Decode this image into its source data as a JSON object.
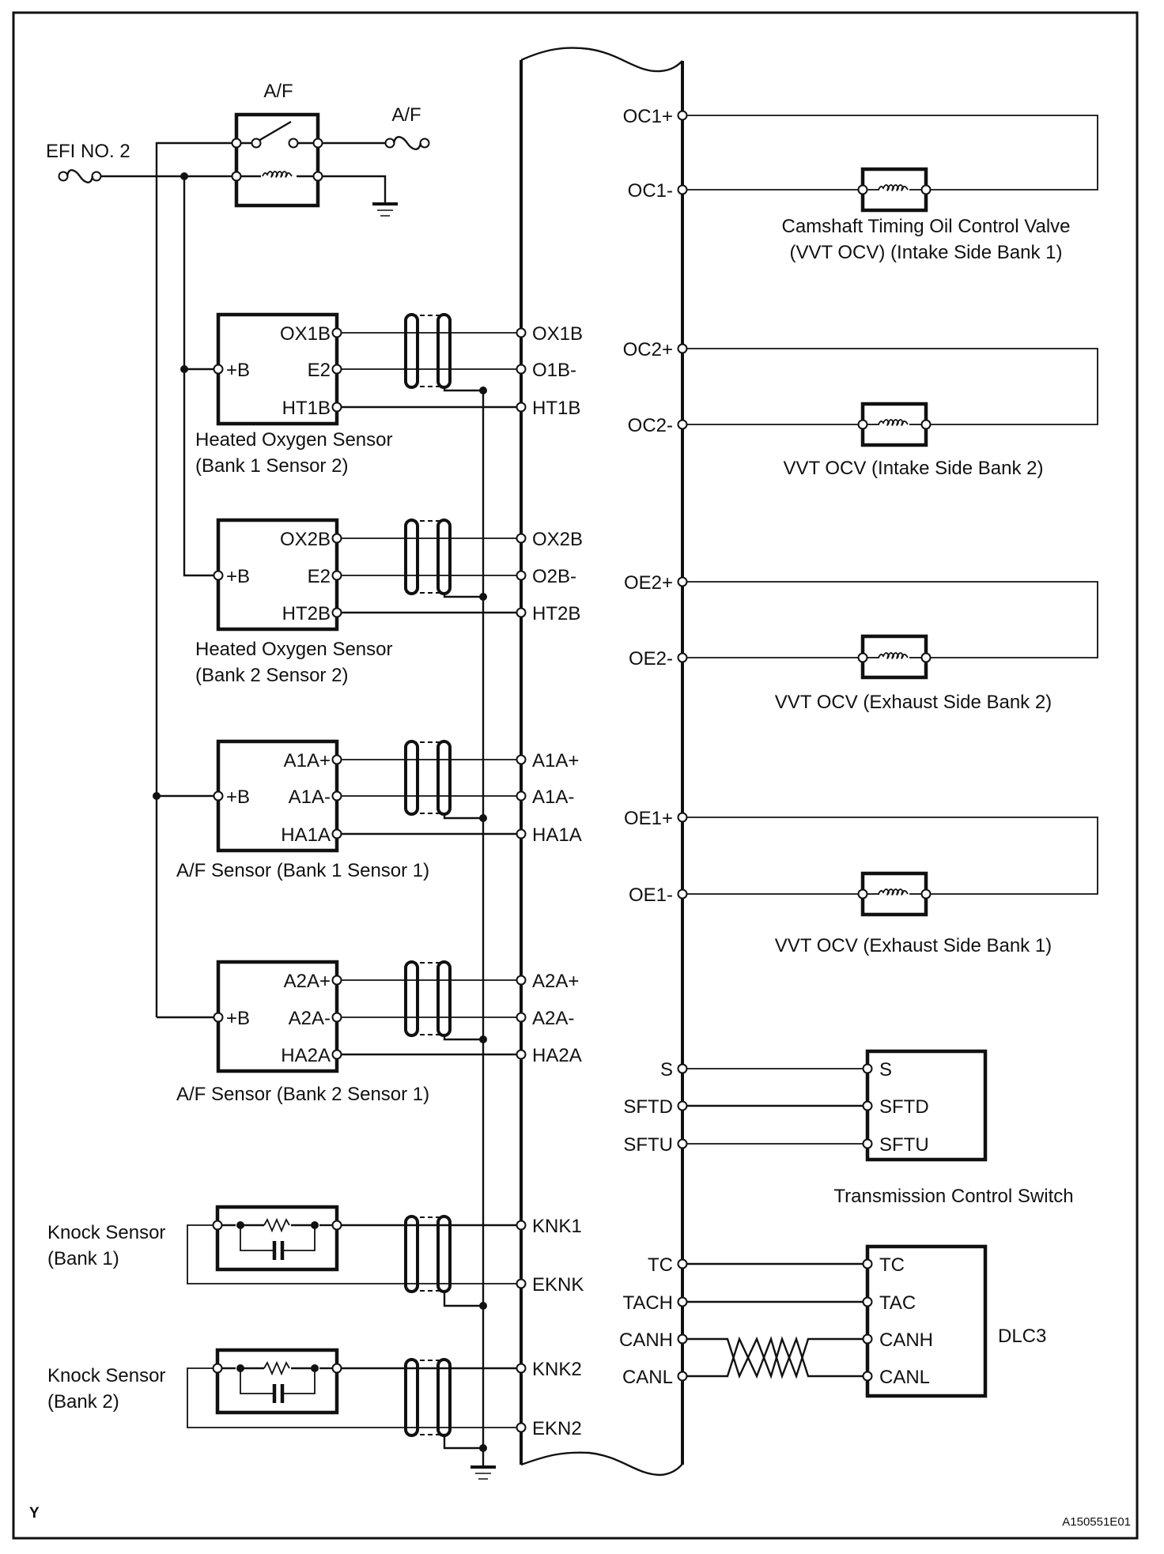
{
  "diagram": {
    "figure_code": "A150551E01",
    "corner_mark": "Y",
    "colors": {
      "ink": "#111111",
      "background": "#ffffff"
    },
    "relay": {
      "label": "A/F",
      "input_fuse_label": "EFI NO. 2",
      "output_fuse_label": "A/F",
      "icons": [
        "fuse-icon",
        "switch-icon",
        "coil-icon",
        "ground-icon"
      ]
    },
    "ecu": {
      "left_pins": [
        "OX1B",
        "O1B-",
        "HT1B",
        "OX2B",
        "O2B-",
        "HT2B",
        "A1A+",
        "A1A-",
        "HA1A",
        "A2A+",
        "A2A-",
        "HA2A",
        "KNK1",
        "EKNK",
        "KNK2",
        "EKN2"
      ],
      "right_pins": [
        "OC1+",
        "OC1-",
        "OC2+",
        "OC2-",
        "OE2+",
        "OE2-",
        "OE1+",
        "OE1-",
        "S",
        "SFTD",
        "SFTU",
        "TC",
        "TACH",
        "CANH",
        "CANL"
      ]
    },
    "left_sensors": [
      {
        "id": "ho2-b1s2",
        "pins": [
          "OX1B",
          "E2",
          "HT1B"
        ],
        "supply_pin": "+B",
        "name_line1": "Heated Oxygen Sensor",
        "name_line2": "(Bank 1 Sensor 2)"
      },
      {
        "id": "ho2-b2s2",
        "pins": [
          "OX2B",
          "E2",
          "HT2B"
        ],
        "supply_pin": "+B",
        "name_line1": "Heated Oxygen Sensor",
        "name_line2": "(Bank 2 Sensor 2)"
      },
      {
        "id": "af-b1s1",
        "pins": [
          "A1A+",
          "A1A-",
          "HA1A"
        ],
        "supply_pin": "+B",
        "name_line1": "A/F Sensor (Bank 1 Sensor 1)",
        "name_line2": ""
      },
      {
        "id": "af-b2s1",
        "pins": [
          "A2A+",
          "A2A-",
          "HA2A"
        ],
        "supply_pin": "+B",
        "name_line1": "A/F Sensor (Bank 2 Sensor 1)",
        "name_line2": ""
      }
    ],
    "knock_sensors": [
      {
        "id": "knock-b1",
        "name_line1": "Knock Sensor",
        "name_line2": "(Bank 1)"
      },
      {
        "id": "knock-b2",
        "name_line1": "Knock Sensor",
        "name_line2": "(Bank 2)"
      }
    ],
    "ocv_valves": [
      {
        "id": "ocv-in-b1",
        "name_line1": "Camshaft Timing Oil Control Valve",
        "name_line2": "(VVT OCV) (Intake Side Bank 1)"
      },
      {
        "id": "ocv-in-b2",
        "name_line1": "VVT OCV (Intake Side Bank 2)",
        "name_line2": ""
      },
      {
        "id": "ocv-ex-b2",
        "name_line1": "VVT OCV (Exhaust Side Bank 2)",
        "name_line2": ""
      },
      {
        "id": "ocv-ex-b1",
        "name_line1": "VVT OCV (Exhaust Side Bank 1)",
        "name_line2": ""
      }
    ],
    "transmission_switch": {
      "name": "Transmission Control Switch",
      "pins": [
        "S",
        "SFTD",
        "SFTU"
      ]
    },
    "dlc3": {
      "name": "DLC3",
      "pins": [
        "TC",
        "TAC",
        "CANH",
        "CANL"
      ]
    }
  }
}
